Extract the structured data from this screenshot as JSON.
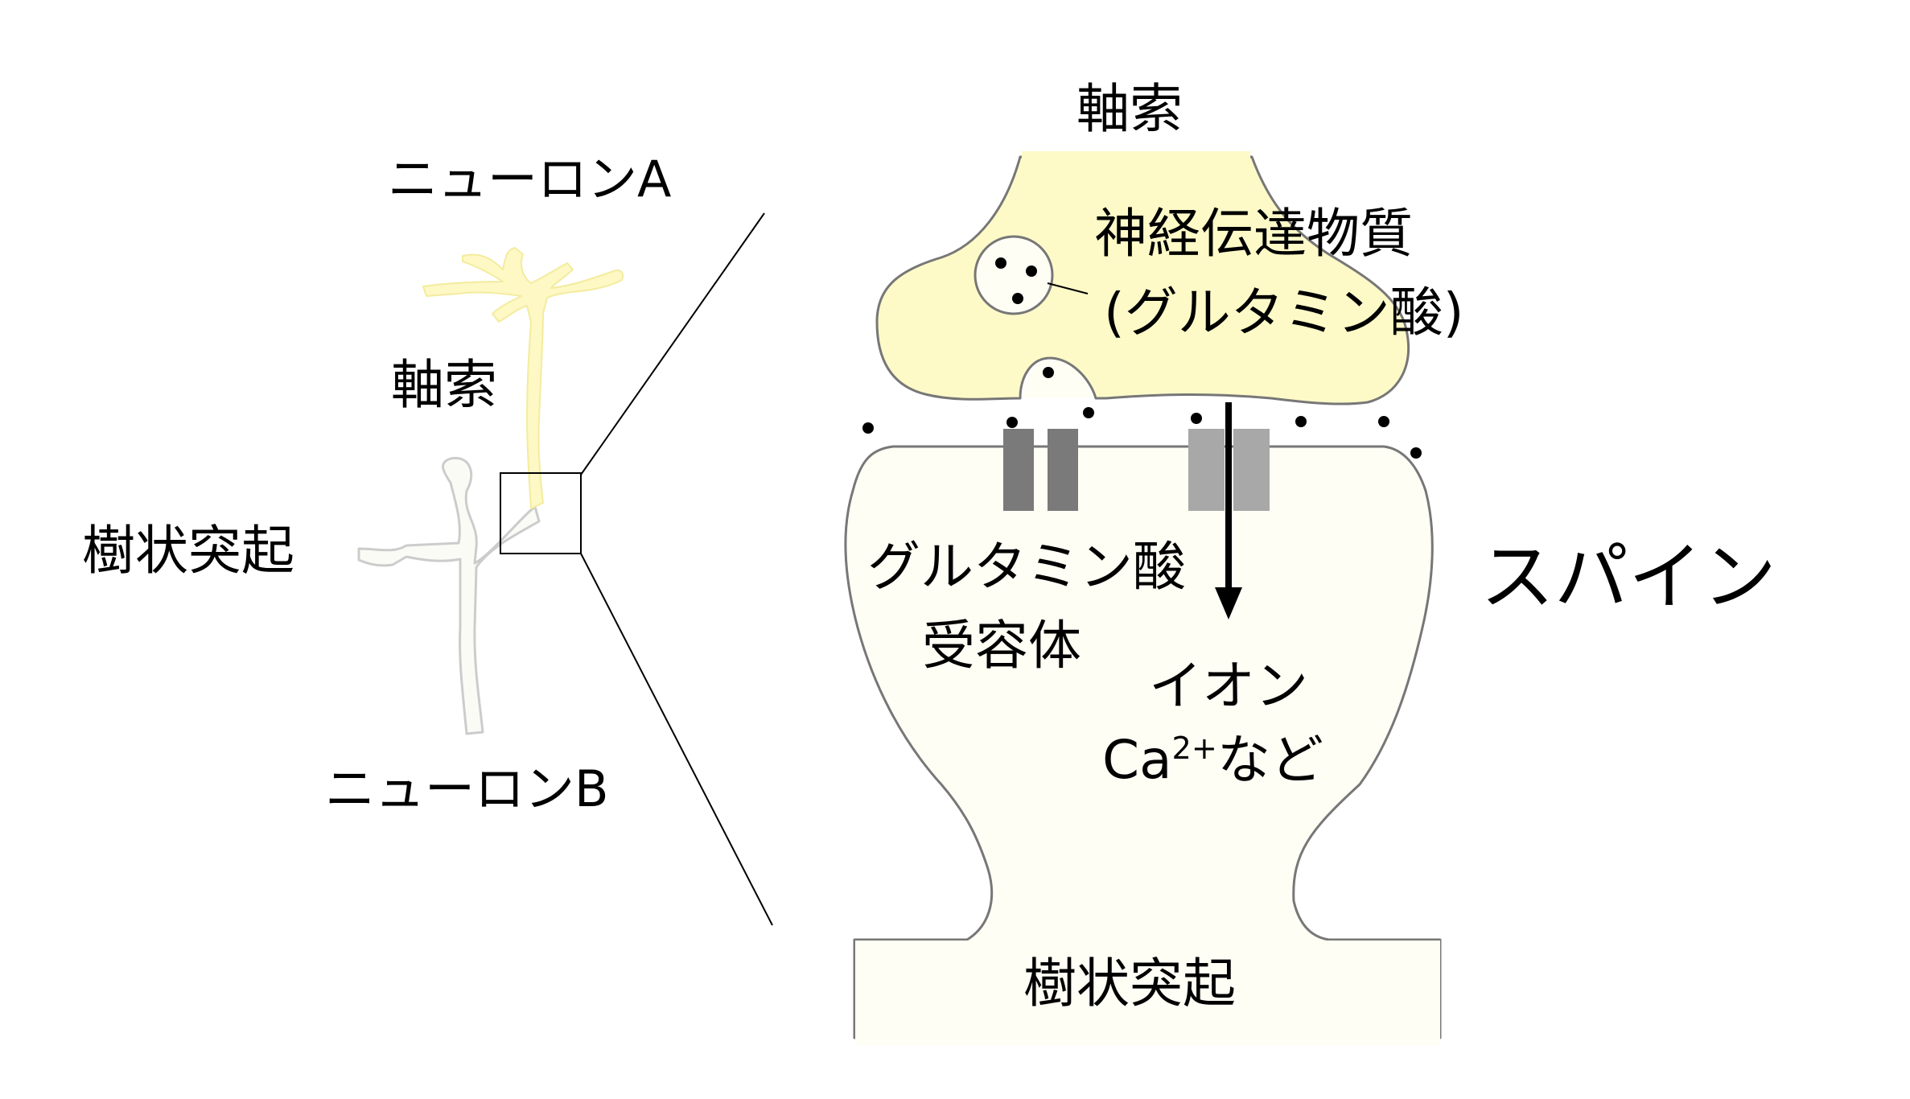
{
  "labels": {
    "neuron_a": "ニューロンA",
    "axon_left": "軸索",
    "dendrite_left": "樹状突起",
    "neuron_b": "ニューロンB",
    "axon_top": "軸索",
    "neurotransmitter_line1": "神経伝達物質",
    "neurotransmitter_line2": "(グルタミン酸)",
    "receptor_line1": "グルタミン酸",
    "receptor_line2": "受容体",
    "spine": "スパイン",
    "ion_line1": "イオン",
    "ion_ca": "Ca",
    "ion_charge": "2+",
    "ion_suffix": "など",
    "dendrite_bottom": "樹状突起"
  },
  "colors": {
    "axon_fill": "#fdfac8",
    "spine_fill": "#fefef5",
    "receptor_dark": "#7a7a7a",
    "receptor_light": "#a8a8a8",
    "outline": "#777777"
  }
}
